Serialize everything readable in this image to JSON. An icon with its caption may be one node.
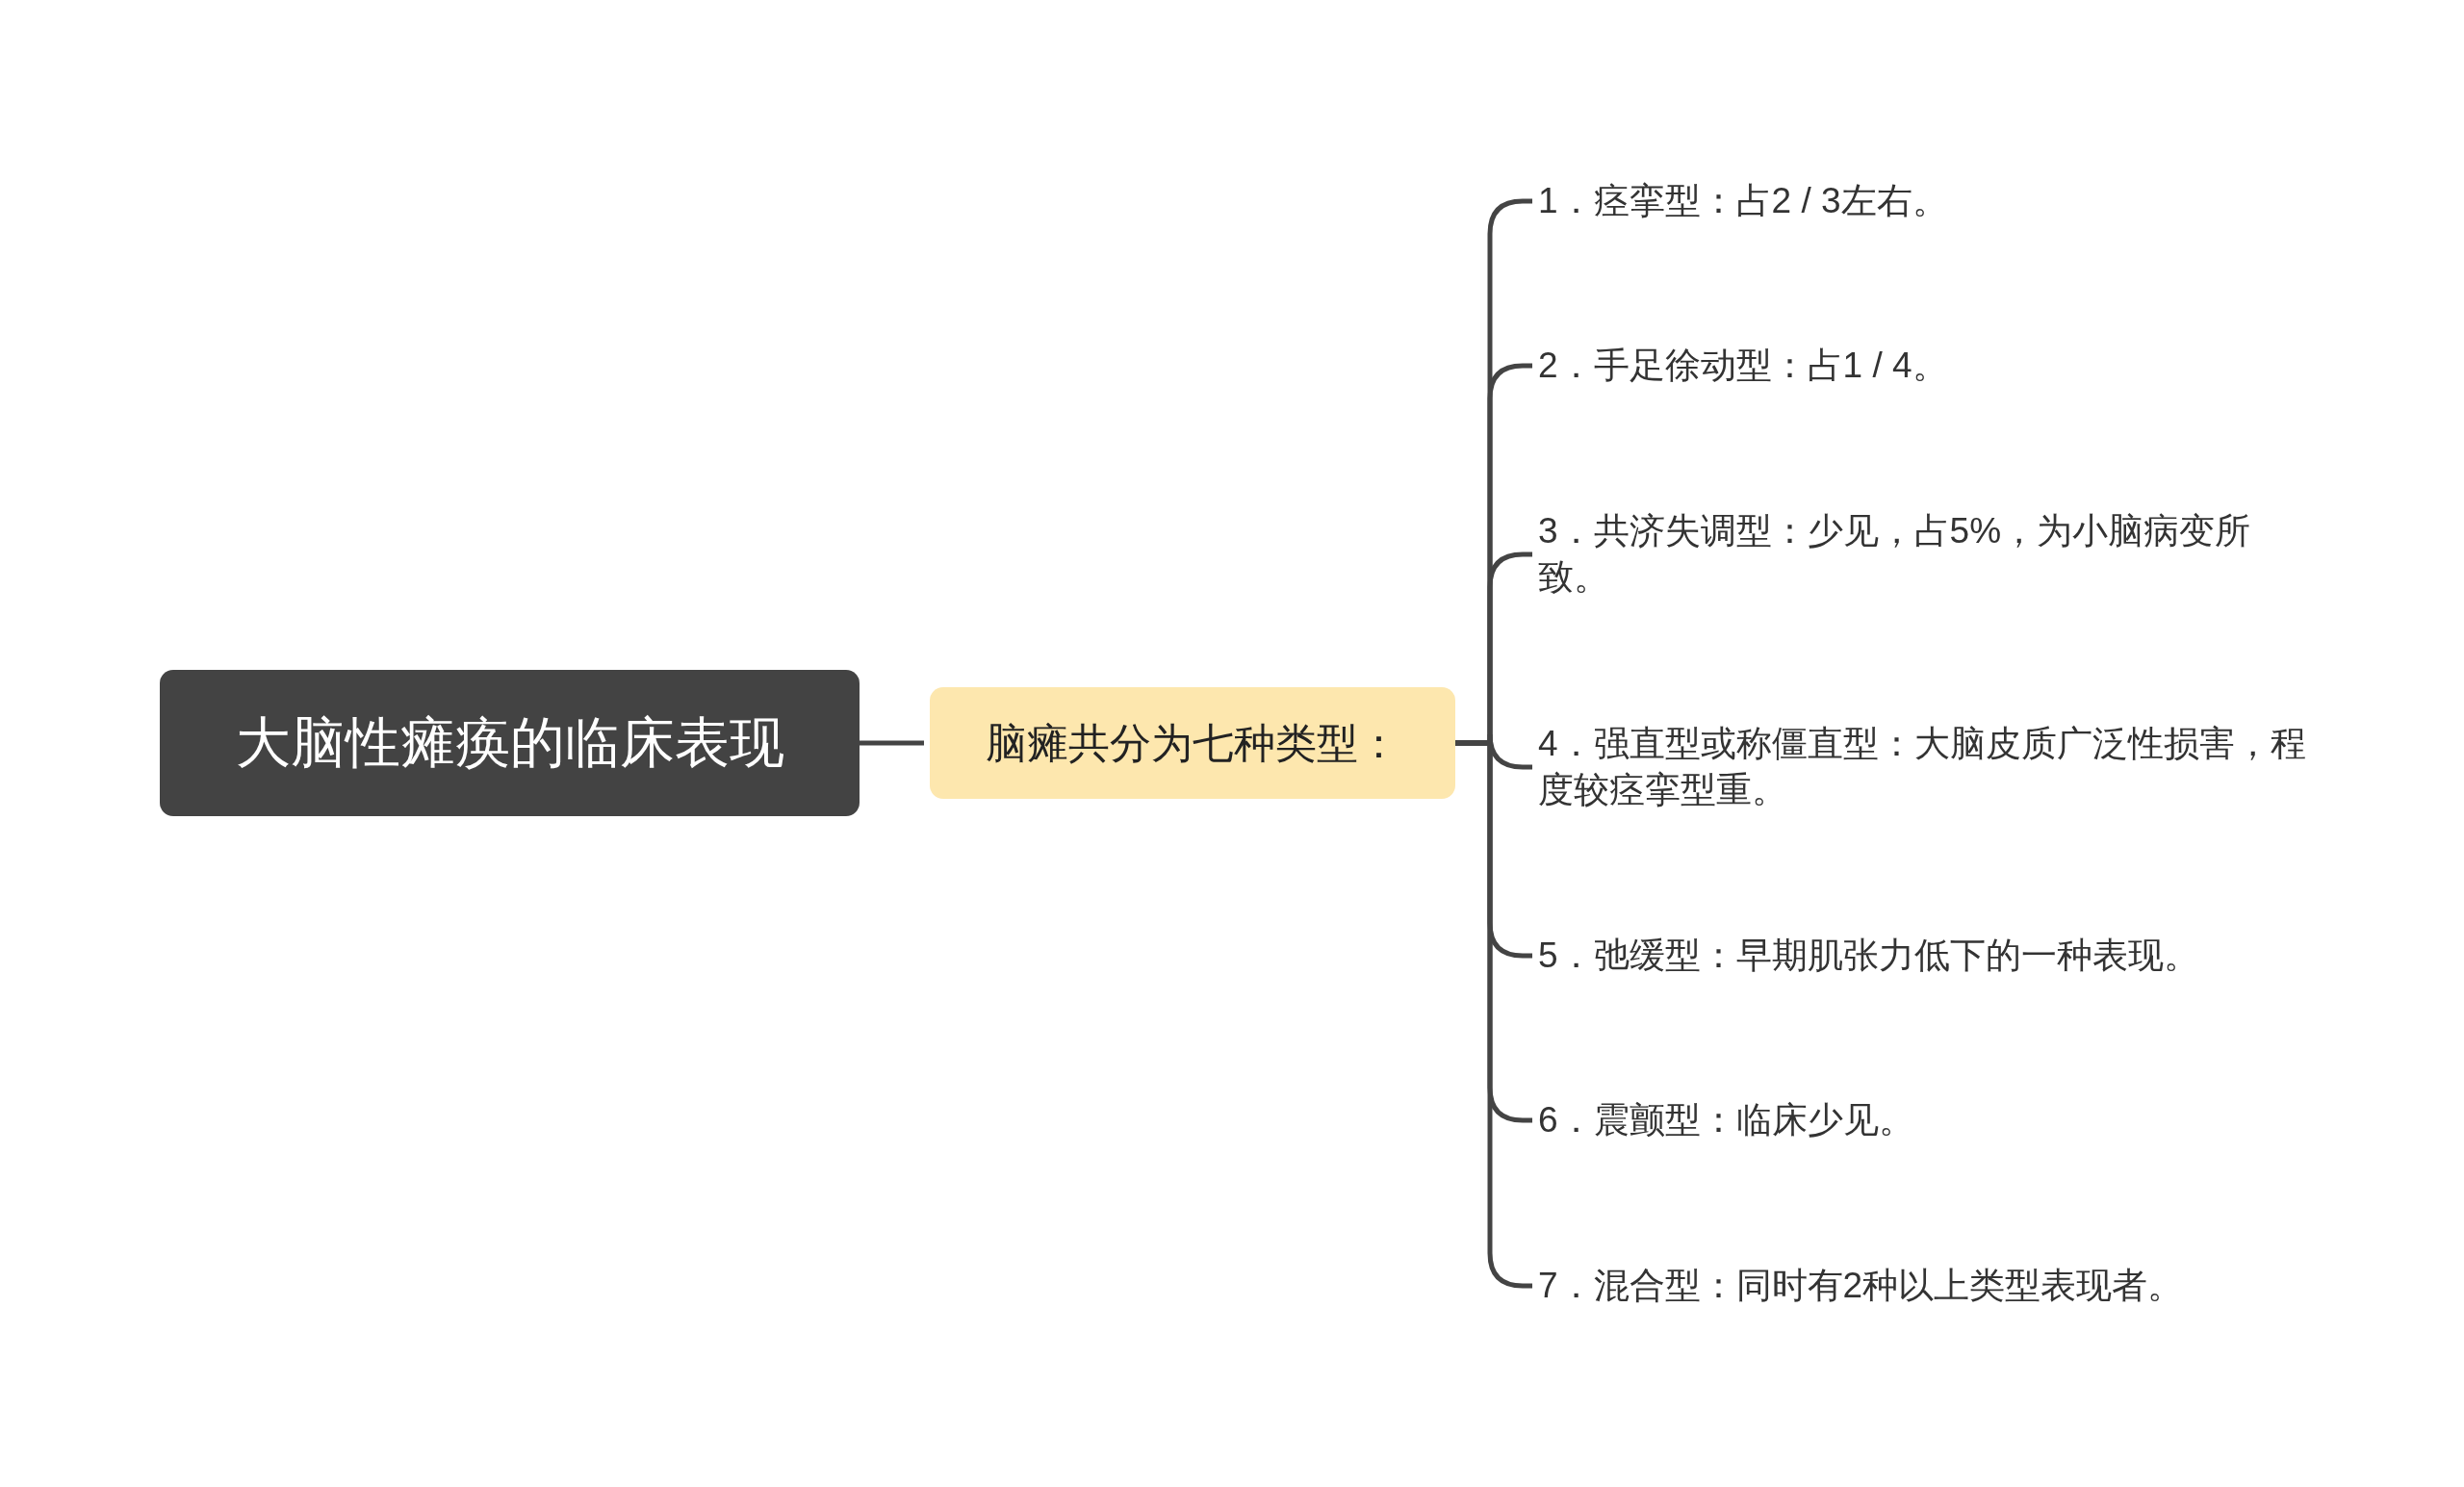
{
  "diagram": {
    "nodes": [
      {
        "text": [
          "大脑性瘫痪的临床表现"
        ]
      },
      {
        "text": [
          "脑瘫共分为七种类型："
        ]
      },
      {
        "text": [
          "1．痉挛型：占2 / 3左右。"
        ]
      },
      {
        "text": [
          "2．手足徐动型：占1 / 4。"
        ]
      },
      {
        "text": [
          "3．共济失调型：少见，占5%，为小脑病变所致。"
        ]
      },
      {
        "text": [
          "4．强直型或称僵直型：大脑皮质广泛性损害，程度较痉挛型重。"
        ]
      },
      {
        "text": [
          "5．弛缓型：早期肌张力低下的一种表现。"
        ]
      },
      {
        "text": [
          "6．震颤型：临床少见。"
        ]
      },
      {
        "text": [
          "7．混合型：同时有2种以上类型表现者。"
        ]
      }
    ],
    "edges": [
      {
        "from": 0,
        "to": 1,
        "arrow": "none"
      },
      {
        "from": 1,
        "to": 2,
        "arrow": "none"
      },
      {
        "from": 1,
        "to": 3,
        "arrow": "none"
      },
      {
        "from": 1,
        "to": 4,
        "arrow": "none"
      },
      {
        "from": 1,
        "to": 5,
        "arrow": "none"
      },
      {
        "from": 1,
        "to": 6,
        "arrow": "none"
      },
      {
        "from": 1,
        "to": 7,
        "arrow": "none"
      },
      {
        "from": 1,
        "to": 8,
        "arrow": "none"
      }
    ]
  }
}
